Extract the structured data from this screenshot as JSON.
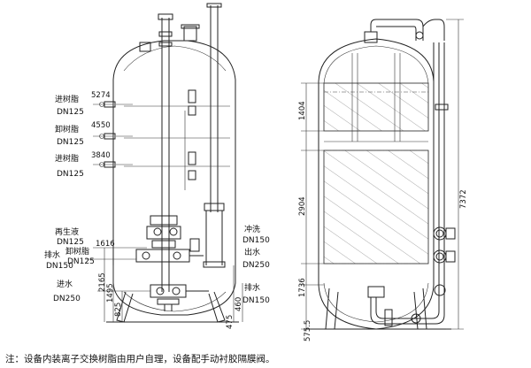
{
  "left_view": {
    "labels": {
      "resin_in_top": "进树脂",
      "resin_in_top_size": "DN125",
      "resin_out": "卸树脂",
      "resin_out_size": "DN125",
      "resin_in_bottom": "进树脂",
      "resin_in_bottom_size": "DN125",
      "regen": "再生液",
      "regen_size": "DN125",
      "drain_left": "排水",
      "drain_left_size": "DN150",
      "resin_discharge": "卸树脂",
      "resin_discharge_size": "DN125",
      "inlet": "进水",
      "inlet_size": "DN250",
      "backwash": "冲洗",
      "backwash_size": "DN150",
      "outlet": "出水",
      "outlet_size": "DN250",
      "drain_right": "排水",
      "drain_right_size": "DN150"
    },
    "dims": {
      "h5274": "5274",
      "h4550": "4550",
      "h3840": "3840",
      "h1616": "1616",
      "h2165": "2165",
      "h1495": "1495",
      "h825": "825",
      "h475": "475",
      "h460": "460"
    }
  },
  "right_view": {
    "dims": {
      "d1404": "1404",
      "d2904": "2904",
      "d1736": "1736",
      "d575": "575.5",
      "d7372": "7372"
    }
  },
  "footnote": "注：设备内装离子交换树脂由用户自理，设备配手动衬胶隔膜阀。"
}
